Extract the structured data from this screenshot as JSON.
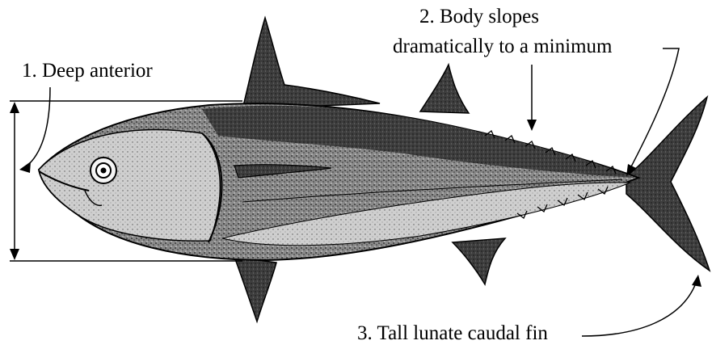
{
  "labels": {
    "deep_anterior": "1.  Deep anterior",
    "body_slopes_line1": "2.  Body slopes",
    "body_slopes_line2": "dramatically to a minimum",
    "caudal_fin": "3.  Tall lunate caudal fin"
  },
  "colors": {
    "ink": "#000000",
    "background": "#ffffff",
    "body_shade": "#6a6a6a",
    "belly": "#f2f2f2"
  }
}
